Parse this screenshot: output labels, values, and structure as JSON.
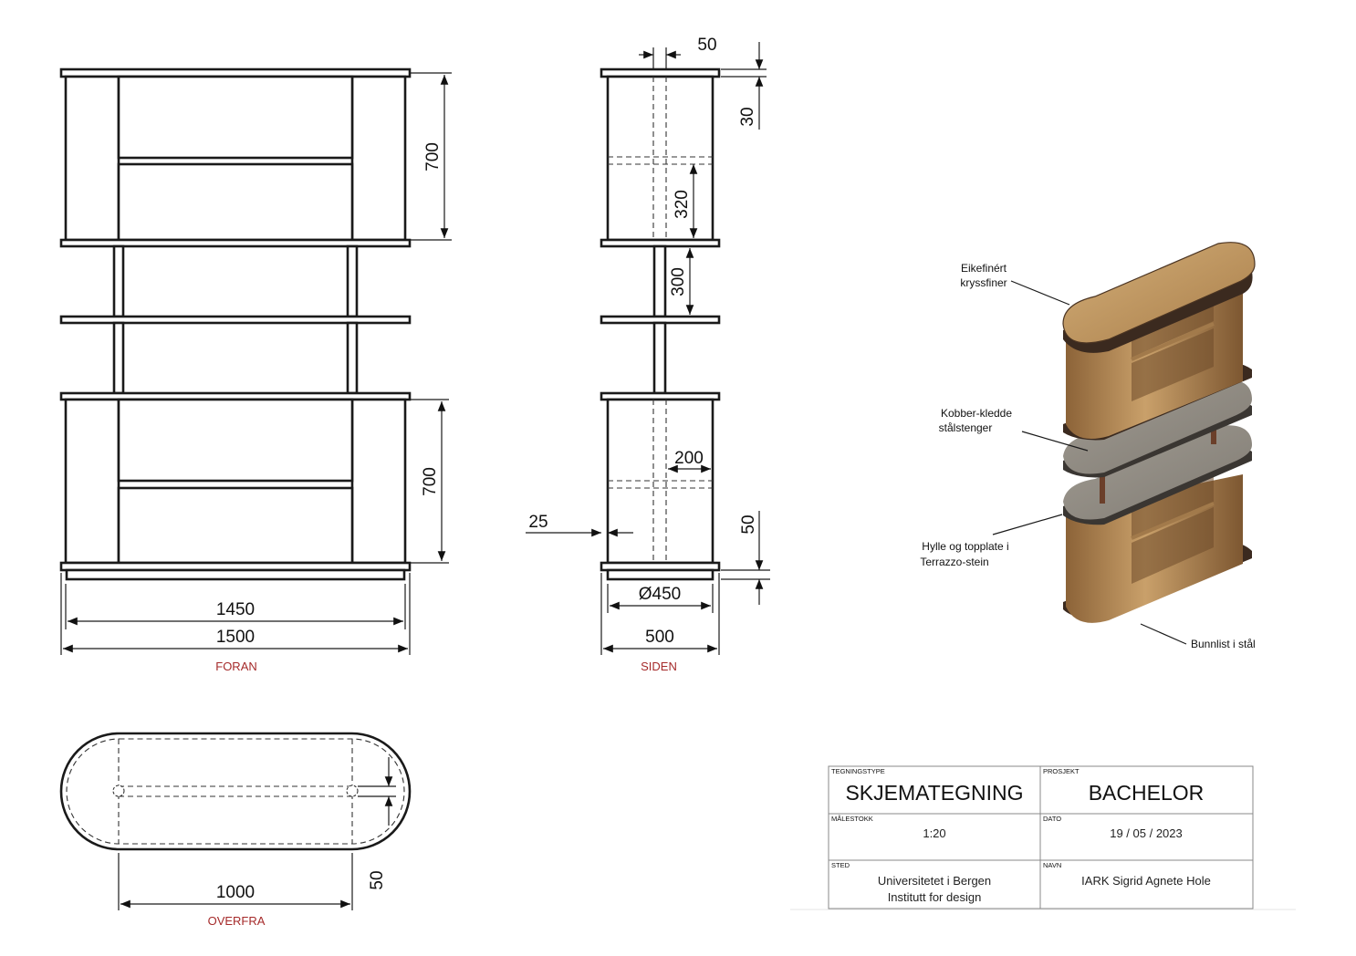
{
  "dimensions": {
    "front_inner_width": "1450",
    "front_total_width": "1500",
    "front_upper_height": "700",
    "front_lower_height": "700",
    "side_post": "50",
    "side_top_thickness": "30",
    "side_shelf_upper": "320",
    "side_gap": "300",
    "side_inner": "200",
    "side_panel": "25",
    "side_base": "50",
    "side_diameter": "Ø450",
    "side_depth": "500",
    "top_length": "1000",
    "top_offset": "50"
  },
  "captions": {
    "front": "FORAN",
    "side": "SIDEN",
    "top": "OVERFRA"
  },
  "callouts": {
    "top_line1": "Eikefinért",
    "top_line2": "kryssfiner",
    "rods_line1": "Kobber-kledde",
    "rods_line2": "stålstenger",
    "shelf_line1": "Hylle og topplate i",
    "shelf_line2": "Terrazzo-stein",
    "base": "Bunnlist i stål"
  },
  "title_block": {
    "type_label": "TEGNINGSTYPE",
    "type_value": "SKJEMATEGNING",
    "project_label": "PROSJEKT",
    "project_value": "BACHELOR",
    "scale_label": "MÅLESTOKK",
    "scale_value": "1:20",
    "date_label": "DATO",
    "date_value": "19 / 05 / 2023",
    "place_label": "STED",
    "place_line1": "Universitetet i Bergen",
    "place_line2": "Institutt for design",
    "name_label": "NAVN",
    "name_value": "IARK Sigrid Agnete Hole"
  },
  "colors": {
    "caption": "#a52a2a",
    "wood": "#b58a56",
    "terrazzo": "#8f8a82",
    "copper": "#7a4a33"
  }
}
